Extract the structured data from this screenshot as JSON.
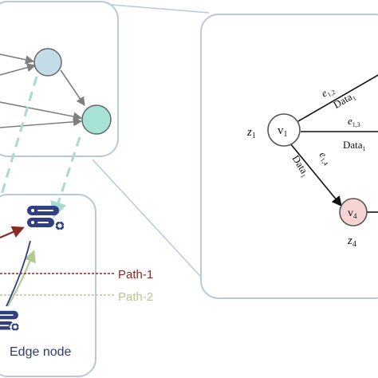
{
  "colors": {
    "panel_border": "#b9c9da",
    "connector": "#b9c9da",
    "node_blue": "#c2dde6",
    "node_teal": "#a6e3d6",
    "node_pink": "#f6d3d3",
    "node_white": "#ffffff",
    "arrow_gray": "#7f7f7f",
    "dashed_teal": "#a9d9cf",
    "server_navy": "#2f3f80",
    "path1": "#8b2a25",
    "path2": "#b5c992",
    "edge_text": "#2a3b6f"
  },
  "graph": {
    "node_v1": {
      "label": "v",
      "sub": "1",
      "weight_label": "z",
      "weight_sub": "1"
    },
    "node_v4": {
      "label": "v",
      "sub": "4",
      "weight_label": "z",
      "weight_sub": "4"
    },
    "edges": [
      {
        "label": "e",
        "sub": "1,2",
        "data": "Data",
        "data_sub": "1"
      },
      {
        "label": "e",
        "sub": "1,3",
        "data": "Data",
        "data_sub": "1"
      },
      {
        "label": "e",
        "sub": "1,4",
        "data": "Data",
        "data_sub": "1"
      }
    ]
  },
  "network": {
    "path1_label": "Path-1",
    "path2_label": "Path-2",
    "edge_node_label": "Edge node"
  },
  "icons": {
    "server": "server-icon",
    "gear": "gear-icon"
  }
}
